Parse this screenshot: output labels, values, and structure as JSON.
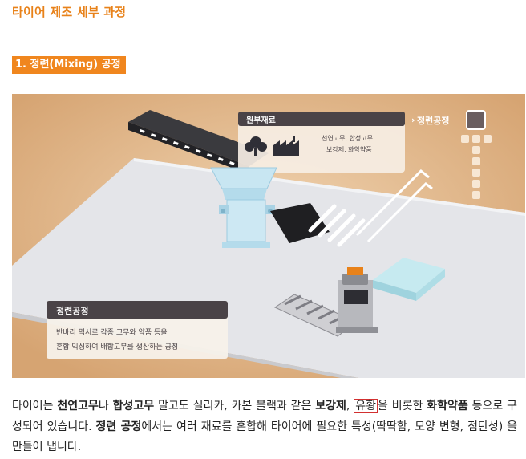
{
  "page_title": "타이어 제조 세부 과정",
  "section": {
    "badge": "1. 정련(Mixing) 공정"
  },
  "illustration": {
    "raw_box": {
      "title": "원부재료",
      "line1": "천연고무, 합성고무",
      "line2": "보강제, 화학약품"
    },
    "process_label": "정련공정",
    "caption": {
      "title": "정련공정",
      "line1": "반바리 믹서로 각종 고무와 약품 등을",
      "line2": "혼합 믹싱하여 배합고무를 생산하는 공정"
    },
    "colors": {
      "background": "#d7a877",
      "platform": "#e6e7eb",
      "machine_blue": "#bfe1ef",
      "caption_header": "#4a4347",
      "accent_orange": "#e8821a"
    }
  },
  "paragraph": {
    "p1": "타이어는 ",
    "b1": "천연고무",
    "p2": "나 ",
    "b2": "합성고무",
    "p3": " 말고도 실리카, 카본 블랙과 같은 ",
    "b3": "보강제",
    "p4": ", ",
    "boxed": "유황",
    "p5": "을 비롯한 ",
    "b4": "화학약품",
    "p6": " 등으로 구성되어 있습니다. ",
    "b5": "정련 공정",
    "p7": "에서는 여러 재료를 혼합해 타이어에 필요한 특성(딱딱함, 모양 변형, 점탄성) 을 만들어 냅니다."
  }
}
